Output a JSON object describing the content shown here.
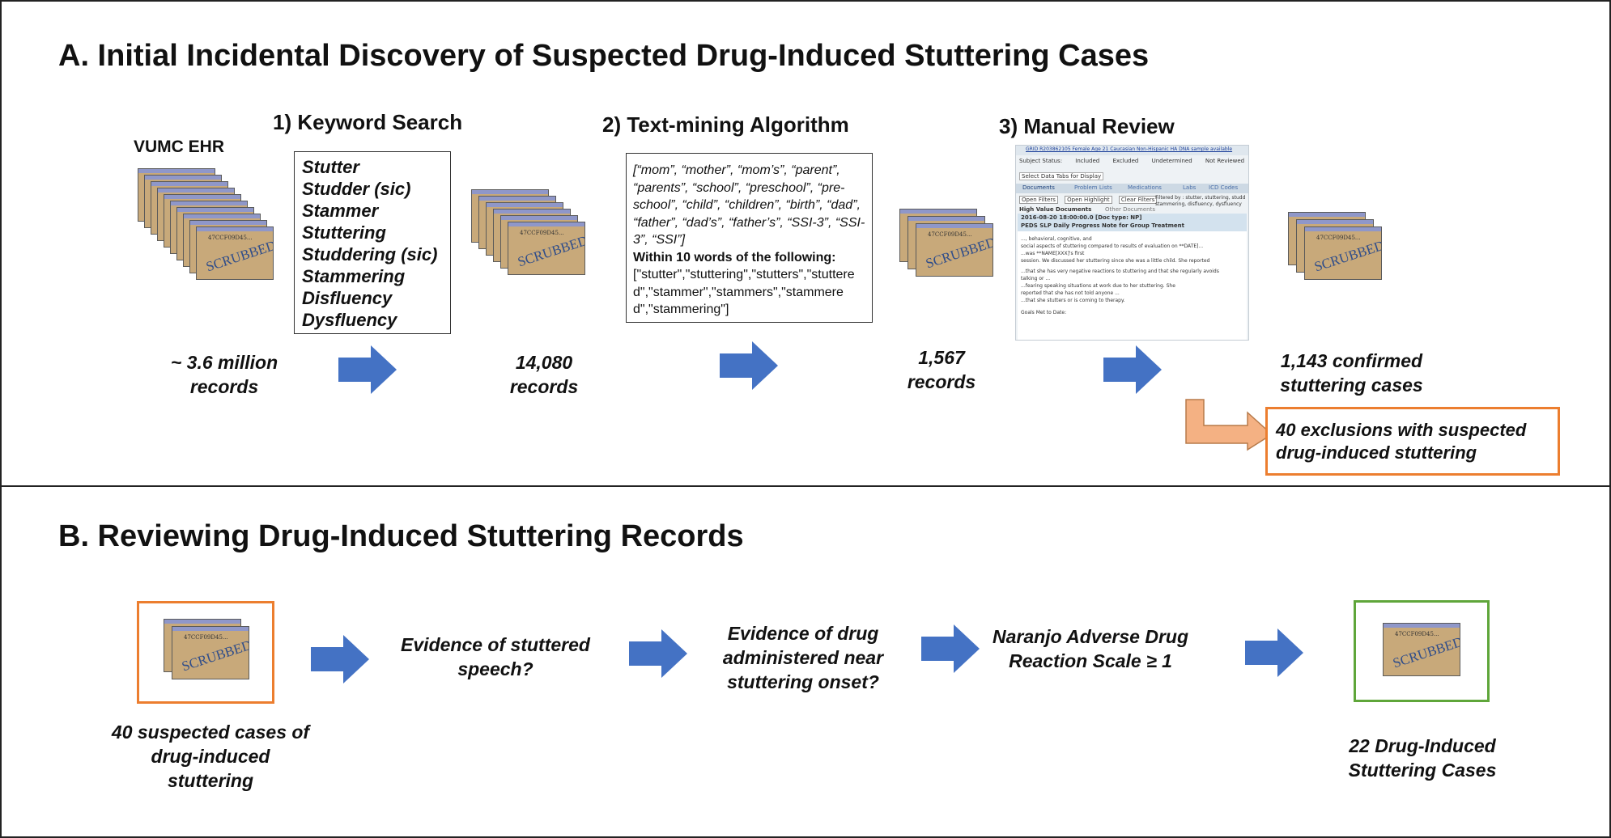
{
  "panel_a": {
    "title": "A. Initial Incidental Discovery of Suspected Drug-Induced Stuttering Cases",
    "ehr_label": "VUMC EHR",
    "step1": "1) Keyword Search",
    "step2": "2) Text-mining Algorithm",
    "step3": "3)  Manual Review",
    "keywords": [
      "Stutter",
      "Studder (sic)",
      "Stammer",
      "Stuttering",
      "Studdering (sic)",
      "Stammering",
      "Disfluency",
      "Dysfluency"
    ],
    "algo_italic": "[“mom”, “mother”, “mom’s”, “parent”, “parents”, “school”, “preschool”, “pre-school”, “child”, “children”, “birth”, “dad”, “father”, “dad’s”, “father’s”, “SSI-3”, “SSI-3”, “SSI”]",
    "algo_bold": "Within 10 words of the following:",
    "algo_plain": "[\"stutter\",\"stuttering\",\"stutters\",\"stuttered\",\"stammer\",\"stammers\",\"stammered\",\"stammering\"]",
    "count1_line1": "~ 3.6 million",
    "count1_line2": "records",
    "count2_line1": "14,080",
    "count2_line2": "records",
    "count3_line1": "1,567",
    "count3_line2": "records",
    "count4_line1": "1,143 confirmed",
    "count4_line2": "stuttering cases",
    "exclusion_line1": "40 exclusions with suspected",
    "exclusion_line2": "drug-induced stuttering"
  },
  "screenshot": {
    "header": "GRID R203862105 Female Age 21 Caucasian Non-Hispanic HA DNA sample available",
    "subject_status": "Subject Status:",
    "status_options": [
      "Included",
      "Excluded",
      "Undetermined",
      "Not Reviewed"
    ],
    "select_label": "Select Data Tabs for Display",
    "tabs": [
      "Documents",
      "Problem Lists",
      "Medications",
      "Labs",
      "ICD Codes"
    ],
    "buttons": [
      "Open Filters",
      "Open Highlight",
      "Clear Filters"
    ],
    "filter_text": "Filtered by : stutter, stuttering, studd",
    "filter_text2": "stammering, disfluency, dysfluency",
    "subtabs": [
      "High Value Documents",
      "Other Documents"
    ],
    "doc_date": "2016-08-20 18:00:00.0  [Doc type: NP]",
    "doc_title": "PEDS SLP Daily Progress Note for Group Treatment",
    "lines": [
      "..., behavioral, cognitive, and",
      "social aspects of stuttering compared to results of evaluation on **DATE]...",
      "...was **NAME[XXX]'s first",
      "session. We discussed her stuttering since she was a little child. She reported",
      "...that she has very negative reactions to stuttering and that she regularly avoids",
      "talking or ...",
      "...fearing speaking situations at work due to her stuttering. She",
      "reported that she has not told anyone ...",
      "...that she stutters or is coming to therapy.",
      "Goals Met to Date:"
    ]
  },
  "cards": {
    "id_text": "47CCF09D45...",
    "stamp": "SCRUBBED"
  },
  "panel_b": {
    "title": "B. Reviewing Drug-Induced Stuttering Records",
    "start_line1": "40 suspected cases of",
    "start_line2": "drug-induced",
    "start_line3": "stuttering",
    "q1_line1": "Evidence of stuttered",
    "q1_line2": "speech?",
    "q2_line1": "Evidence of drug",
    "q2_line2": "administered near",
    "q2_line3": "stuttering onset?",
    "q3_line1": "Naranjo Adverse Drug",
    "q3_line2": "Reaction Scale ≥ 1",
    "end_line1": "22 Drug-Induced",
    "end_line2": "Stuttering Cases"
  },
  "colors": {
    "arrow_blue": "#4472c4",
    "exclusion_orange": "#ec7e2f",
    "exclusion_arrow_fill": "#f4b183",
    "result_green": "#5fa63a",
    "card_tan": "#c8a97a"
  }
}
